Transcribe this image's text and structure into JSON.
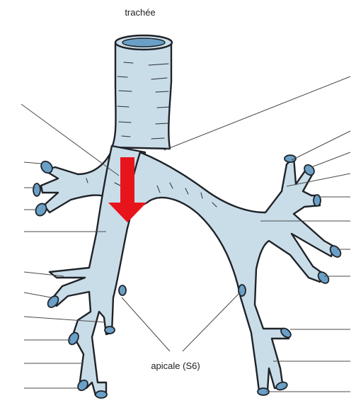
{
  "labels": {
    "trachea": "trachée",
    "apical_segment": "apicale (S6)"
  },
  "colors": {
    "airway_fill": "#c9dde9",
    "airway_outline": "#1f2328",
    "bronchus_opening": "#6aa0c8",
    "arrow": "#e8141c",
    "leader_line": "#4a4a4a"
  },
  "arrow": {
    "direction": "down"
  }
}
